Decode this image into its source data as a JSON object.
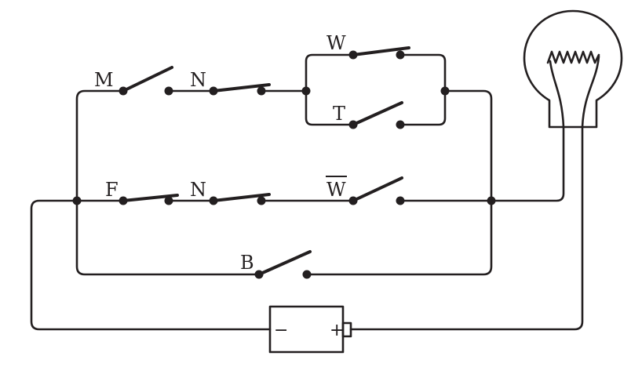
{
  "switches": {
    "m": "M",
    "n_top": "N",
    "w_top": "W",
    "t": "T",
    "f": "F",
    "n_mid": "N",
    "w_mid": "W",
    "b": "B"
  },
  "battery": {
    "negative": "−",
    "positive": "+"
  },
  "colors": {
    "ink": "#231f20",
    "background": "#ffffff"
  }
}
